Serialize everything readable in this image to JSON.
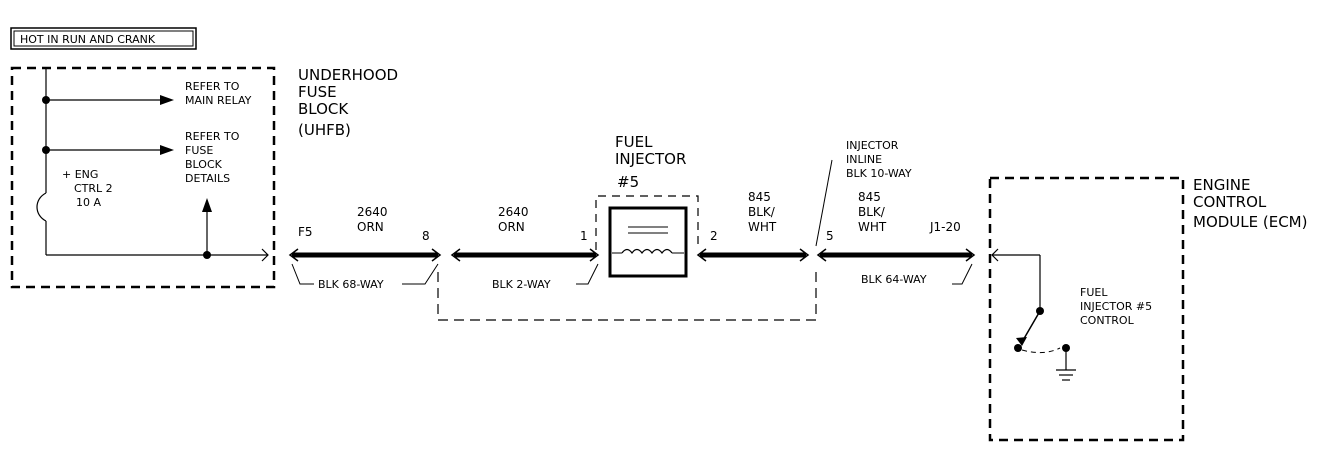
{
  "header_box": "HOT IN RUN AND CRANK",
  "fuse_block": {
    "title": [
      "UNDERHOOD",
      "FUSE",
      "BLOCK",
      "(UHFB)"
    ],
    "refer_main_relay": [
      "REFER TO",
      "MAIN RELAY"
    ],
    "refer_fuse_block": [
      "REFER TO",
      "FUSE",
      "BLOCK",
      "DETAILS"
    ],
    "fuse": [
      "+ ENG",
      "CTRL 2",
      "10 A"
    ]
  },
  "connectors": {
    "c1": {
      "left_pin": "F5",
      "right_pin": "8",
      "label": "BLK 68-WAY"
    },
    "c2": {
      "right_pin": "1",
      "label": "BLK 2-WAY"
    },
    "c3": {
      "left_pin": "2",
      "right_pin": "5"
    },
    "c4": {
      "right_pin": "J1-20",
      "label": "BLK 64-WAY"
    }
  },
  "wires": {
    "w1": [
      "2640",
      "ORN"
    ],
    "w2": [
      "2640",
      "ORN"
    ],
    "w3": [
      "845",
      "BLK/",
      "WHT"
    ],
    "w4": [
      "845",
      "BLK/",
      "WHT"
    ]
  },
  "injector": {
    "title": [
      "FUEL",
      "INJECTOR",
      "#5"
    ]
  },
  "inline": {
    "title": [
      "INJECTOR",
      "INLINE",
      "BLK 10-WAY"
    ]
  },
  "ecm": {
    "title": [
      "ENGINE",
      "CONTROL",
      "MODULE (ECM)"
    ],
    "control": [
      "FUEL",
      "INJECTOR #5",
      "CONTROL"
    ]
  }
}
